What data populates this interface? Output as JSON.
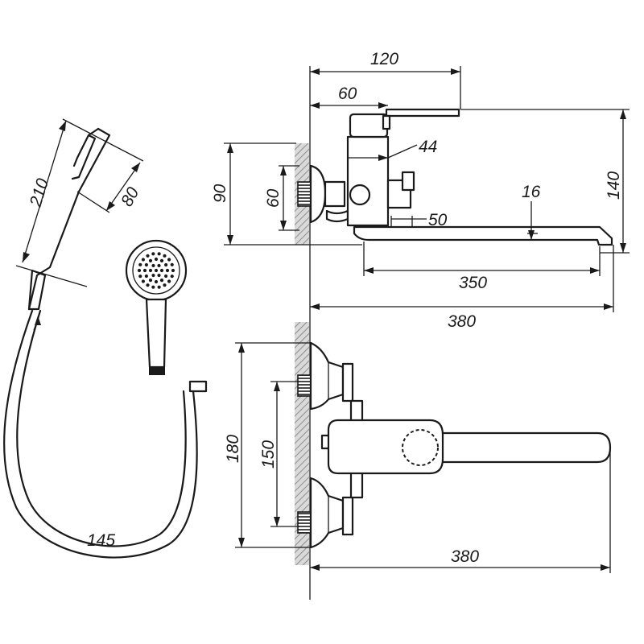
{
  "dimensions": {
    "top_width_120": "120",
    "top_lever_60": "60",
    "top_body_44": "44",
    "height_90": "90",
    "height_60": "60",
    "height_140": "140",
    "spout_16": "16",
    "spout_50": "50",
    "spout_350": "350",
    "spout_380": "380",
    "front_180": "180",
    "front_150": "150",
    "front_380": "380",
    "shower_210": "210",
    "shower_80": "80",
    "hose_145": "145"
  }
}
